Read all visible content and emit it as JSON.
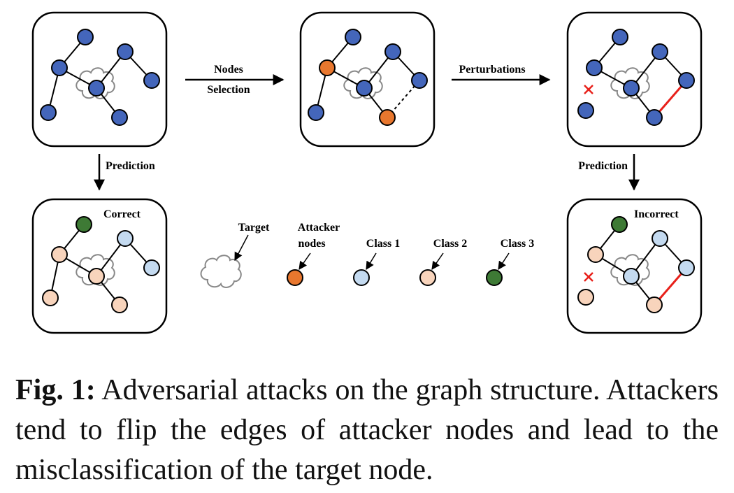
{
  "labels": {
    "nodes_selection_line1": "Nodes",
    "nodes_selection_line2": "Selection",
    "perturbations": "Perturbations",
    "prediction_left": "Prediction",
    "prediction_right": "Prediction",
    "correct": "Correct",
    "incorrect": "Incorrect"
  },
  "legend": {
    "target": "Target",
    "attacker_line1": "Attacker",
    "attacker_line2": "nodes",
    "class1": "Class 1",
    "class2": "Class 2",
    "class3": "Class 3"
  },
  "caption": {
    "label": "Fig. 1:",
    "text": "Adversarial attacks on the graph structure. Attackers tend to flip the edges of attacker nodes and lead to the misclassification of the target node."
  },
  "colors": {
    "blue": "#4466bb",
    "orange": "#e8772e",
    "class1": "#c4daf0",
    "class2": "#f8d4bc",
    "class3": "#3e7a35",
    "perturbed_edge": "#e8201a"
  }
}
